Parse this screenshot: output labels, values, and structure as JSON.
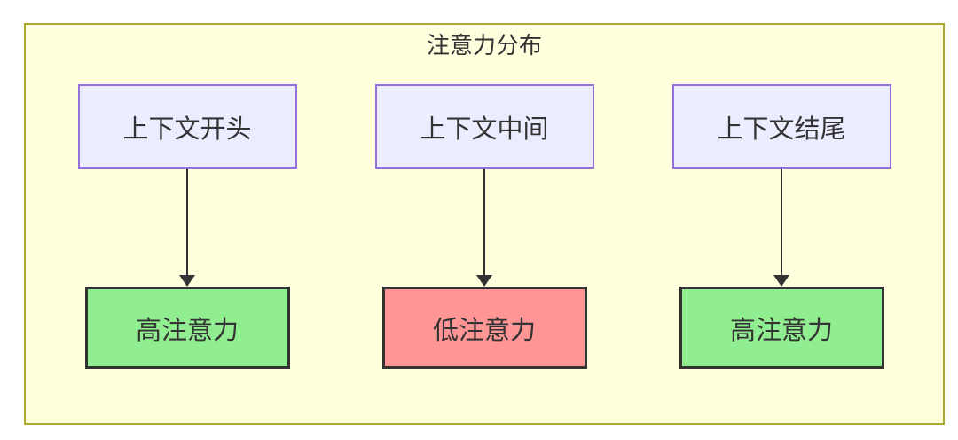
{
  "diagram": {
    "title": "注意力分布",
    "columns": [
      {
        "source": "上下文开头",
        "target": "高注意力",
        "target_bg": "#90ee90"
      },
      {
        "source": "上下文中间",
        "target": "低注意力",
        "target_bg": "#ff9595"
      },
      {
        "source": "上下文结尾",
        "target": "高注意力",
        "target_bg": "#90ee90"
      }
    ],
    "colors": {
      "canvas_background": "#ffffde",
      "canvas_border": "#aaaa33",
      "source_node_background": "#ececff",
      "source_node_border": "#9370db",
      "high_attention": "#90ee90",
      "low_attention": "#ff9595",
      "target_node_border": "#333333",
      "arrow": "#333333",
      "text": "#333333"
    }
  }
}
